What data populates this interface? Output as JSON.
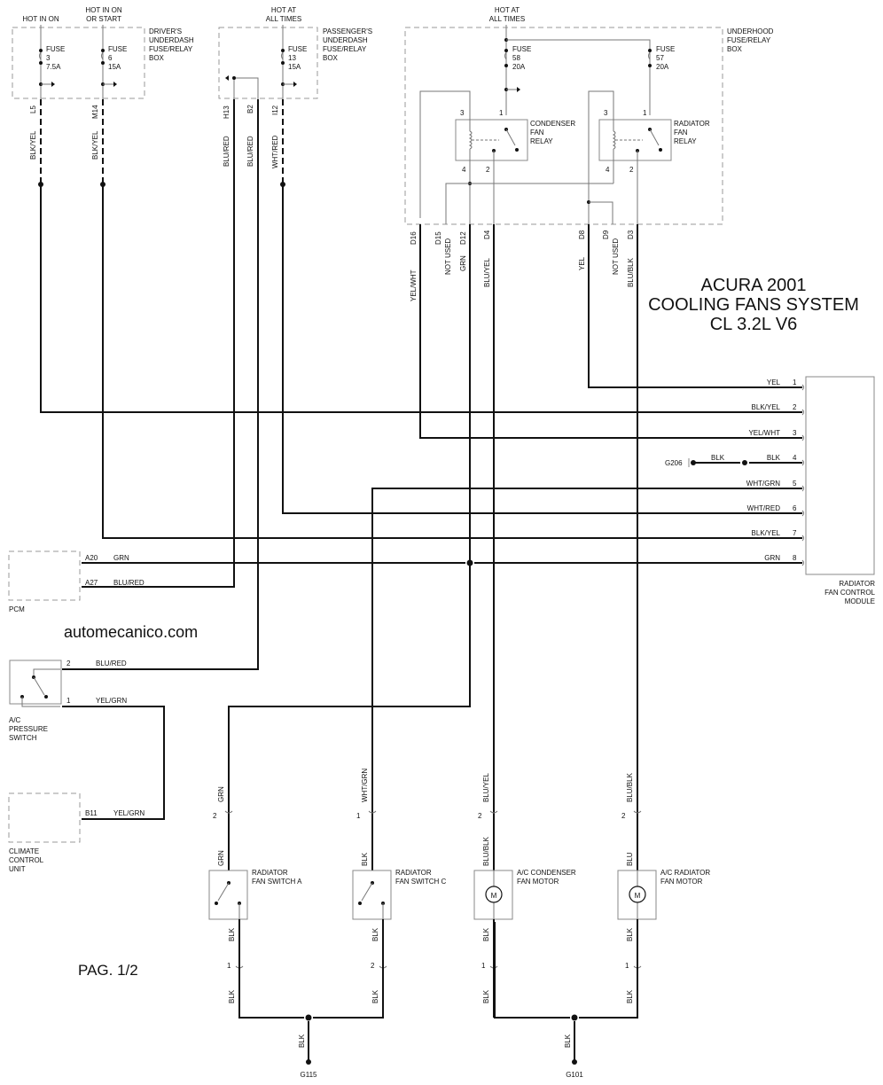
{
  "title": {
    "line1": "ACURA 2001",
    "line2": "COOLING FANS SYSTEM",
    "line3": "CL 3.2L V6"
  },
  "watermark": "automecanico.com",
  "page_label": "PAG. 1/2",
  "drivers_box": {
    "label": [
      "DRIVER'S",
      "UNDERDASH",
      "FUSE/RELAY",
      "BOX"
    ],
    "feeds": [
      {
        "hot": [
          "HOT IN ON"
        ],
        "fuse": [
          "FUSE",
          "3",
          "7.5A"
        ],
        "pin": "L5",
        "wire": "BLK/YEL"
      },
      {
        "hot": [
          "HOT IN ON",
          "OR START"
        ],
        "fuse": [
          "FUSE",
          "6",
          "15A"
        ],
        "pin": "M14",
        "wire": "BLK/YEL"
      }
    ]
  },
  "passengers_box": {
    "label": [
      "PASSENGER'S",
      "UNDERDASH",
      "FUSE/RELAY",
      "BOX"
    ],
    "hot": [
      "HOT AT",
      "ALL TIMES"
    ],
    "fuse": [
      "FUSE",
      "13",
      "15A"
    ],
    "pins": [
      {
        "pin": "H13",
        "wire": "BLU/RED"
      },
      {
        "pin": "B2",
        "wire": "BLU/RED"
      },
      {
        "pin": "I12",
        "wire": "WHT/RED"
      }
    ]
  },
  "underhood_box": {
    "label": [
      "UNDERHOOD",
      "FUSE/RELAY",
      "BOX"
    ],
    "hot": [
      "HOT AT",
      "ALL TIMES"
    ],
    "fuses": [
      {
        "text": [
          "FUSE",
          "58",
          "20A"
        ]
      },
      {
        "text": [
          "FUSE",
          "57",
          "20A"
        ]
      }
    ],
    "relays": [
      {
        "label": [
          "CONDENSER",
          "FAN",
          "RELAY"
        ],
        "pins": [
          "3",
          "1",
          "4",
          "2"
        ]
      },
      {
        "label": [
          "RADIATOR",
          "FAN",
          "RELAY"
        ],
        "pins": [
          "3",
          "1",
          "4",
          "2"
        ]
      }
    ],
    "pins": [
      {
        "pin": "D16",
        "wire": "YEL/WHT"
      },
      {
        "pin": "D15",
        "wire": "NOT USED"
      },
      {
        "pin": "D12",
        "wire": "GRN"
      },
      {
        "pin": "D4",
        "wire": "BLU/YEL"
      },
      {
        "pin": "D8",
        "wire": "YEL"
      },
      {
        "pin": "D9",
        "wire": "NOT USED"
      },
      {
        "pin": "D3",
        "wire": "BLU/BLK"
      }
    ]
  },
  "fan_control_module": {
    "label": [
      "RADIATOR",
      "FAN CONTROL",
      "MODULE"
    ],
    "pins": [
      {
        "num": "1",
        "wire": "YEL"
      },
      {
        "num": "2",
        "wire": "BLK/YEL"
      },
      {
        "num": "3",
        "wire": "YEL/WHT"
      },
      {
        "num": "4",
        "wire": "BLK"
      },
      {
        "num": "5",
        "wire": "WHT/GRN"
      },
      {
        "num": "6",
        "wire": "WHT/RED"
      },
      {
        "num": "7",
        "wire": "BLK/YEL"
      },
      {
        "num": "8",
        "wire": "GRN"
      }
    ],
    "ground": {
      "name": "G206",
      "wire": "BLK"
    }
  },
  "pcm": {
    "label": "PCM",
    "pins": [
      {
        "pin": "A20",
        "wire": "GRN"
      },
      {
        "pin": "A27",
        "wire": "BLU/RED"
      }
    ]
  },
  "ac_pressure_switch": {
    "label": [
      "A/C",
      "PRESSURE",
      "SWITCH"
    ],
    "pins": [
      {
        "pin": "2",
        "wire": "BLU/RED"
      },
      {
        "pin": "1",
        "wire": "YEL/GRN"
      }
    ]
  },
  "climate_control_unit": {
    "label": [
      "CLIMATE",
      "CONTROL",
      "UNIT"
    ],
    "pins": [
      {
        "pin": "B11",
        "wire": "YEL/GRN"
      }
    ]
  },
  "components": [
    {
      "label": [
        "RADIATOR",
        "FAN SWITCH A"
      ],
      "top_pin": "2",
      "wire_in": "GRN",
      "wire_body": "GRN",
      "wire_out": "BLK",
      "bottom_pin": "1",
      "wire_ground": "BLK"
    },
    {
      "label": [
        "RADIATOR",
        "FAN SWITCH C"
      ],
      "top_pin": "1",
      "wire_in": "WHT/GRN",
      "wire_body": "BLK",
      "wire_out": "BLK",
      "bottom_pin": "2",
      "wire_ground": "BLK"
    },
    {
      "label": [
        "A/C CONDENSER",
        "FAN MOTOR"
      ],
      "top_pin": "2",
      "wire_in": "BLU/YEL",
      "wire_body": "BLU/BLK",
      "wire_out": "BLK",
      "bottom_pin": "1",
      "wire_ground": "BLK",
      "motor": "M"
    },
    {
      "label": [
        "A/C RADIATOR",
        "FAN MOTOR"
      ],
      "top_pin": "2",
      "wire_in": "BLU/BLK",
      "wire_body": "BLU",
      "wire_out": "BLK",
      "bottom_pin": "1",
      "wire_ground": "BLK",
      "motor": "M"
    }
  ],
  "grounds": [
    {
      "name": "G115",
      "wire": "BLK"
    },
    {
      "name": "G101",
      "wire": "BLK"
    }
  ]
}
